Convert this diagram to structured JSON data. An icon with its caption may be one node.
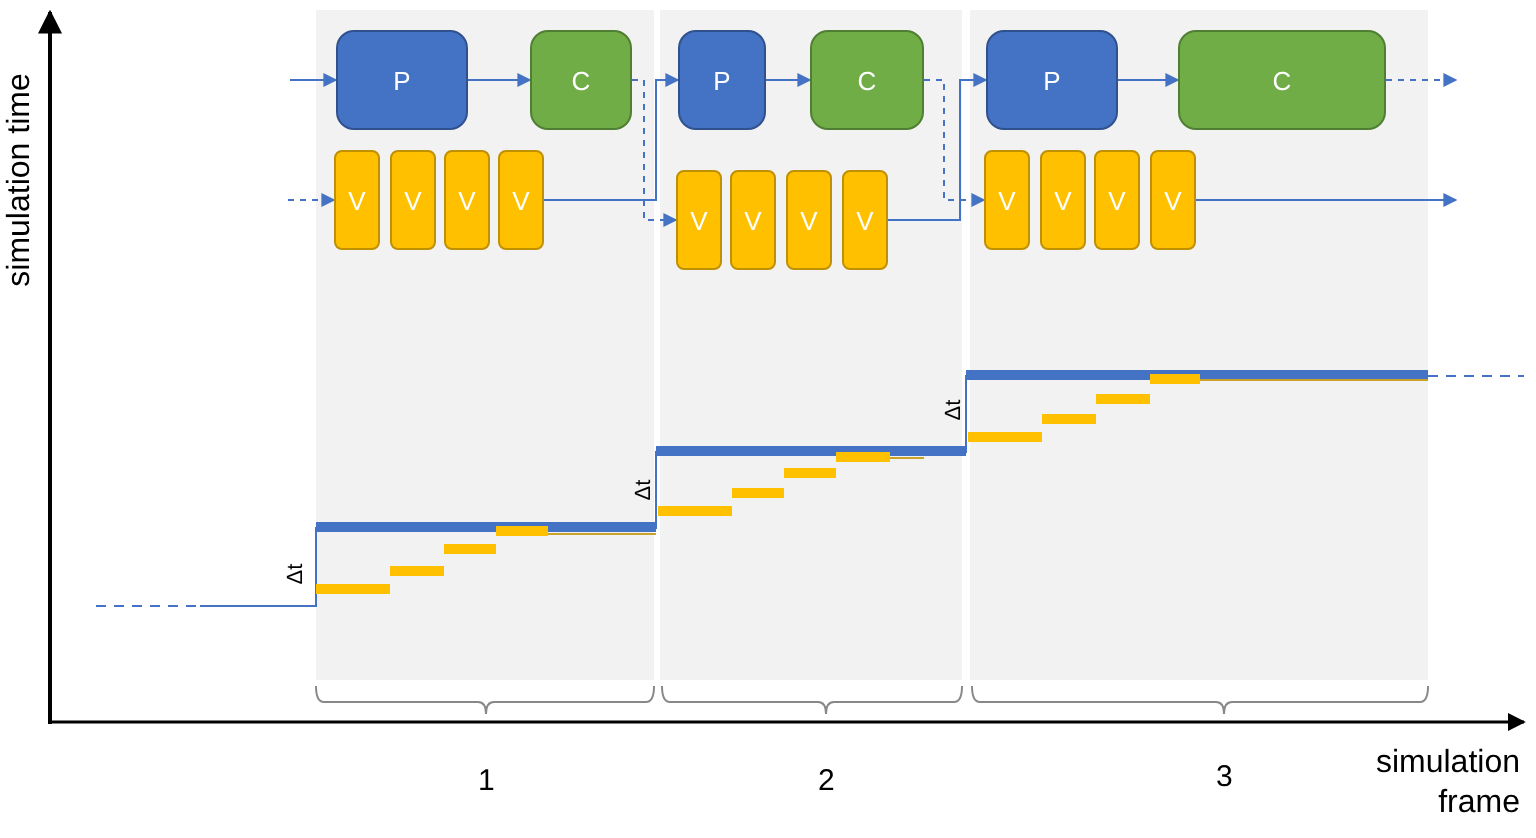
{
  "diagram": {
    "nodes": [
      {
        "text": [],
        "shape": "box"
      },
      {
        "text": [
          "P"
        ],
        "in": 0
      },
      {
        "text": [
          "C"
        ],
        "in": 0
      },
      {
        "text": [
          "V"
        ],
        "in": 0
      },
      {
        "text": [
          "V"
        ],
        "in": 0
      },
      {
        "text": [
          "V"
        ],
        "in": 0
      },
      {
        "text": [
          "V"
        ],
        "in": 0
      },
      {
        "text": [],
        "shape": "box"
      },
      {
        "text": [
          "P"
        ],
        "in": 7
      },
      {
        "text": [
          "C"
        ],
        "in": 7
      },
      {
        "text": [
          "V"
        ],
        "in": 7
      },
      {
        "text": [
          "V"
        ],
        "in": 7
      },
      {
        "text": [
          "V"
        ],
        "in": 7
      },
      {
        "text": [
          "V"
        ],
        "in": 7
      },
      {
        "text": [],
        "shape": "box"
      },
      {
        "text": [
          "P"
        ],
        "in": 14
      },
      {
        "text": [
          "C"
        ],
        "in": 14
      },
      {
        "text": [
          "V"
        ],
        "in": 14
      },
      {
        "text": [
          "V"
        ],
        "in": 14
      },
      {
        "text": [
          "V"
        ],
        "in": 14
      },
      {
        "text": [
          "V"
        ],
        "in": 14
      }
    ],
    "edges": [
      {
        "from": null,
        "to": 1,
        "arrow": "to"
      },
      {
        "from": null,
        "to": 3,
        "arrow": "to",
        "style": "dashed"
      },
      {
        "from": 1,
        "to": 2,
        "arrow": "to"
      },
      {
        "from": 2,
        "to": 10,
        "arrow": "to",
        "style": "dashed"
      },
      {
        "from": 6,
        "to": 8,
        "arrow": "to"
      },
      {
        "from": 8,
        "to": 9,
        "arrow": "to"
      },
      {
        "from": 9,
        "to": 17,
        "arrow": "to",
        "style": "dashed"
      },
      {
        "from": 13,
        "to": 15,
        "arrow": "to"
      },
      {
        "from": 15,
        "to": 16,
        "arrow": "to"
      },
      {
        "from": 16,
        "to": null,
        "arrow": "to",
        "style": "dashed"
      },
      {
        "from": 20,
        "to": null,
        "arrow": "to"
      }
    ],
    "labels": [
      "simulation time",
      "Δt",
      "Δt",
      "Δt",
      "1",
      "2",
      "3",
      "simulation frame"
    ]
  }
}
